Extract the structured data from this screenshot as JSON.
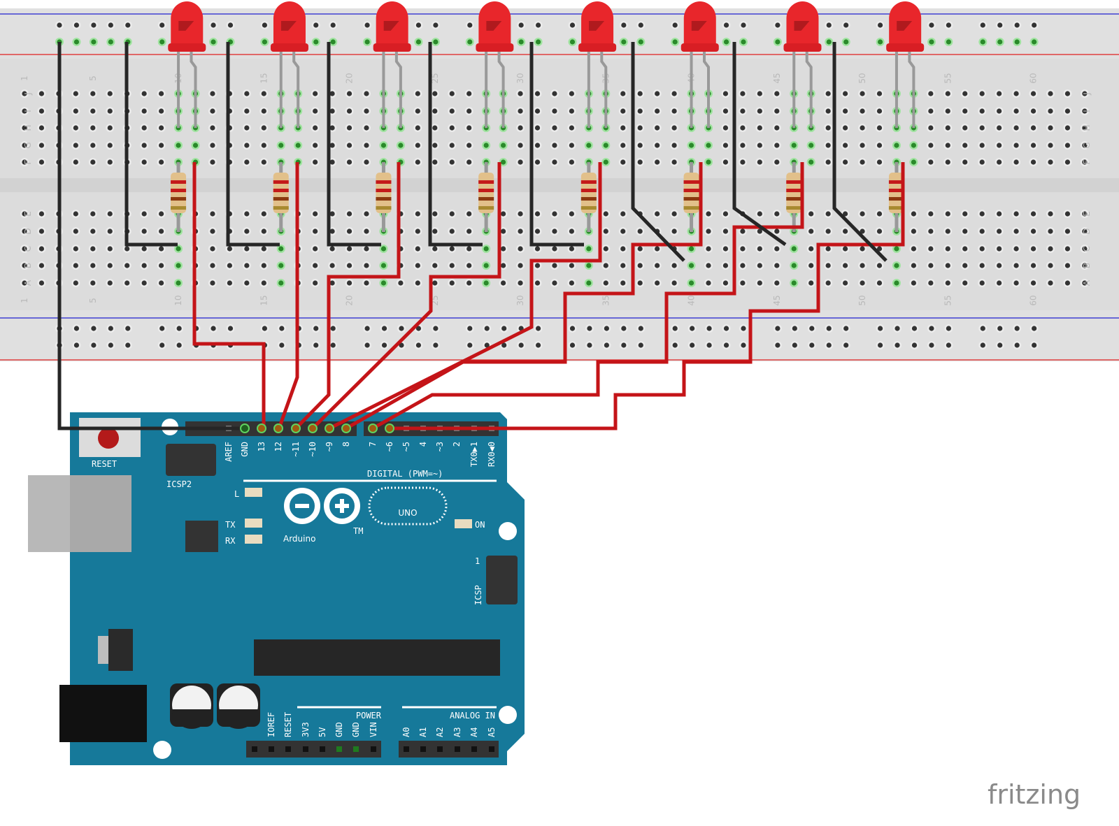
{
  "breadboard": {
    "column_numbers": [
      "1",
      "5",
      "10",
      "15",
      "20",
      "25",
      "30",
      "35",
      "40",
      "45",
      "50",
      "55",
      "60"
    ],
    "row_letters": [
      "J",
      "I",
      "H",
      "G",
      "F",
      "E",
      "D",
      "C",
      "B",
      "A"
    ],
    "led_count": 8,
    "led_color": "#e8262b",
    "rail_red": "#e02020",
    "rail_blue": "#2020d0"
  },
  "arduino": {
    "board_color": "#16799a",
    "reset_label": "RESET",
    "icsp2_label": "ICSP2",
    "icsp_label": "ICSP",
    "icsp_pin1": "1",
    "digital_pins": [
      "AREF",
      "GND",
      "13",
      "12",
      "~11",
      "~10",
      "~9",
      "8",
      "7",
      "~6",
      "~5",
      "4",
      "~3",
      "2",
      "TX0▶1",
      "RX0◀0"
    ],
    "digital_label": "DIGITAL (PWM=~)",
    "led_l": "L",
    "led_tx": "TX",
    "led_rx": "RX",
    "led_on": "ON",
    "logo_text": "Arduino",
    "logo_tm": "TM",
    "model": "UNO",
    "power_label": "POWER",
    "power_pins": [
      "IOREF",
      "RESET",
      "3V3",
      "5V",
      "GND",
      "GND",
      "VIN"
    ],
    "analog_label": "ANALOG IN",
    "analog_pins": [
      "A0",
      "A1",
      "A2",
      "A3",
      "A4",
      "A5"
    ]
  },
  "wires": {
    "red": "#c41418",
    "black": "#262626"
  },
  "footer": {
    "brand": "fritzing"
  }
}
